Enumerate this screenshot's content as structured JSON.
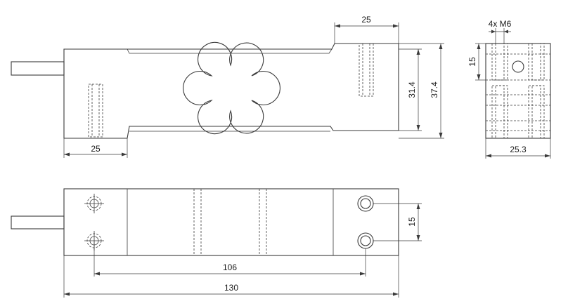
{
  "dimensions": {
    "side_top_offset": "25",
    "side_bottom_offset": "25",
    "side_inner_height": "31.4",
    "side_total_height": "37.4",
    "end_thread": "4x M6",
    "end_hole_spacing": "15",
    "end_width": "25.3",
    "top_hole_spacing_vertical": "15",
    "top_hole_spacing_horizontal": "106",
    "top_total_length": "130"
  }
}
